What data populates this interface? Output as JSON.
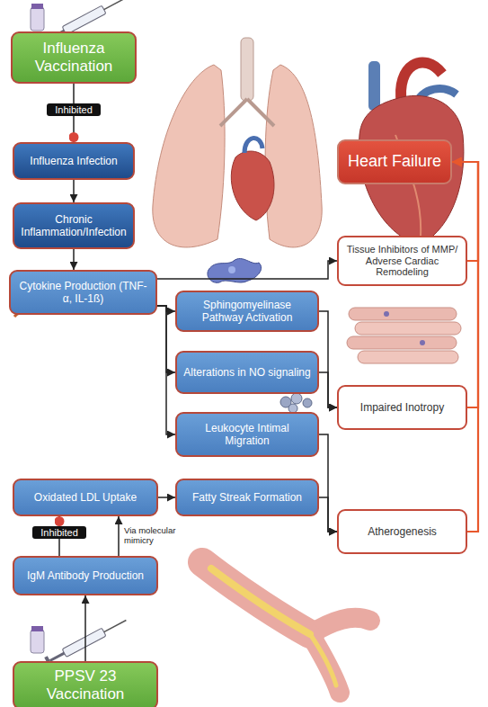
{
  "diagram": {
    "nodes": [
      {
        "text": [
          "Influenza Vaccination"
        ]
      },
      {
        "text": [
          "Influenza Infection"
        ]
      },
      {
        "text": [
          "Chronic Inflammation/Infection"
        ]
      },
      {
        "text": [
          "Cytokine Production (TNF-α, IL-1ß)"
        ]
      },
      {
        "text": [
          "Tissue Inhibitors of MMP/ Adverse Cardiac Remodeling"
        ]
      },
      {
        "text": [
          "Heart Failure"
        ]
      },
      {
        "text": [
          "Sphingomyelinase Pathway Activation"
        ]
      },
      {
        "text": [
          "Alterations in NO signaling"
        ]
      },
      {
        "text": [
          "Leukocyte Intimal Migration"
        ]
      },
      {
        "text": [
          "Impaired Inotropy"
        ]
      },
      {
        "text": [
          "Oxidated LDL Uptake"
        ]
      },
      {
        "text": [
          "Fatty Streak Formation"
        ]
      },
      {
        "text": [
          "Atherogenesis"
        ]
      },
      {
        "text": [
          "IgM Antibody Production"
        ]
      },
      {
        "text": [
          "PPSV 23 Vaccination"
        ]
      }
    ],
    "edges": [
      {
        "from": 0,
        "to": 1,
        "arrow": "to",
        "label": "Inhibited"
      },
      {
        "from": 1,
        "to": 2,
        "arrow": "to"
      },
      {
        "from": 2,
        "to": 3,
        "arrow": "to"
      },
      {
        "from": 3,
        "to": 4,
        "arrow": "to"
      },
      {
        "from": 3,
        "to": 6,
        "arrow": "to"
      },
      {
        "from": 3,
        "to": 7,
        "arrow": "to"
      },
      {
        "from": 3,
        "to": 8,
        "arrow": "to"
      },
      {
        "from": 4,
        "to": 5,
        "arrow": "to"
      },
      {
        "from": 6,
        "to": 9,
        "arrow": "to"
      },
      {
        "from": 7,
        "to": 9,
        "arrow": "to"
      },
      {
        "from": 9,
        "to": 5,
        "arrow": "to"
      },
      {
        "from": 8,
        "to": 12,
        "arrow": "to"
      },
      {
        "from": 10,
        "to": 11,
        "arrow": "to"
      },
      {
        "from": 11,
        "to": 12,
        "arrow": "to"
      },
      {
        "from": 12,
        "to": 5,
        "arrow": "to"
      },
      {
        "from": 14,
        "to": 13,
        "arrow": "to"
      },
      {
        "from": 13,
        "to": 10,
        "arrow": "to",
        "label": "Inhibited"
      },
      {
        "from": 13,
        "to": 10,
        "arrow": "to",
        "label": "Via molecular mimicry"
      }
    ]
  }
}
